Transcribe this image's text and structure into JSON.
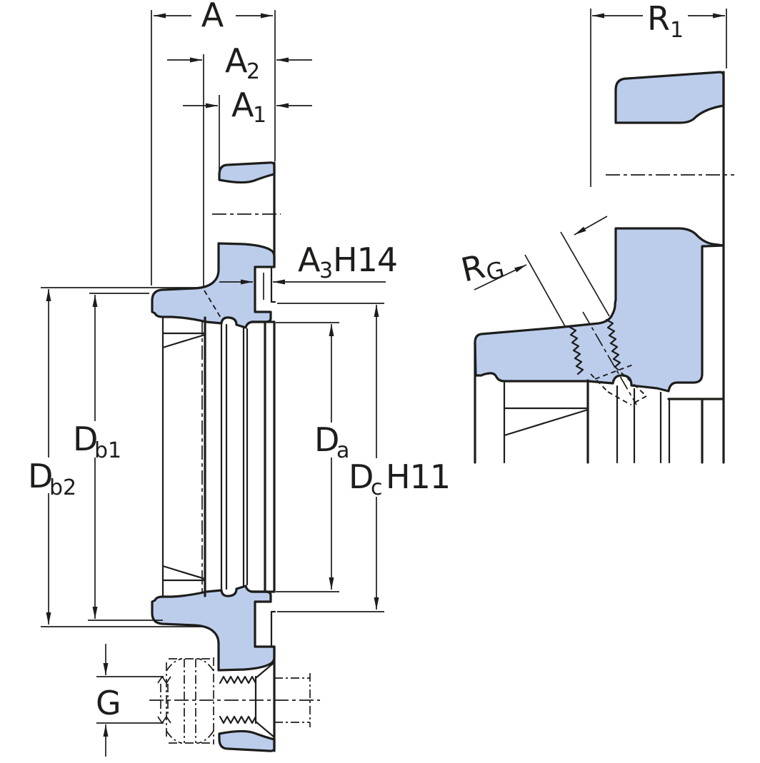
{
  "diagram": {
    "colors": {
      "line": "#1d1d1b",
      "section_fill": "#bccdec",
      "background": "#ffffff"
    },
    "labels": {
      "a": {
        "base": "A"
      },
      "a2": {
        "base": "A",
        "sub": "2"
      },
      "a1": {
        "base": "A",
        "sub": "1"
      },
      "a3": {
        "base": "A",
        "sub": "3",
        "suffix": "H14"
      },
      "db1": {
        "base": "D",
        "sub": "b1"
      },
      "db2": {
        "base": "D",
        "sub": "b2"
      },
      "da": {
        "base": "D",
        "sub": "a"
      },
      "dc": {
        "base": "D",
        "sub": "c",
        "suffix": "H11"
      },
      "g": {
        "base": "G"
      },
      "r1": {
        "base": "R",
        "sub": "1"
      },
      "rg": {
        "base": "R",
        "sub": "G"
      }
    }
  }
}
